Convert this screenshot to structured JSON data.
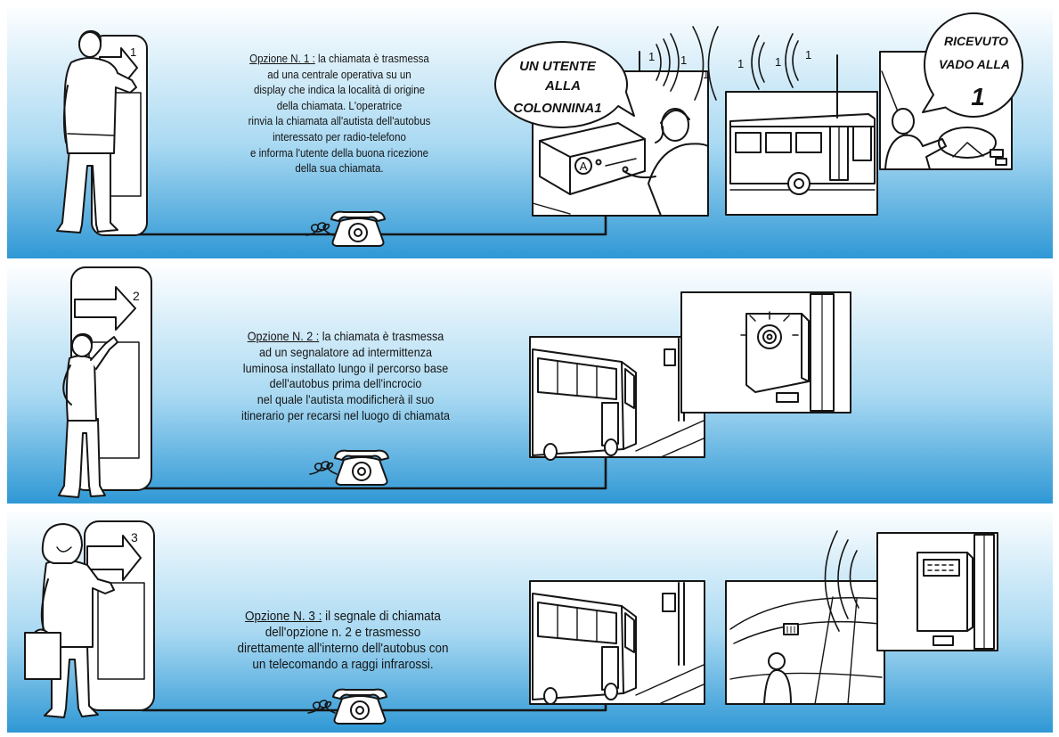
{
  "colors": {
    "band_top": "#fdfeff",
    "band_mid": "#a9d9f2",
    "band_bottom": "#2f98d5",
    "ink": "#151515"
  },
  "icons": {
    "phone": "rotary-telephone-icon",
    "radio": "radio-wave-icon",
    "signal": "flashing-light-icon",
    "remote": "infrared-receiver-icon"
  },
  "panels": [
    {
      "kiosk_number": "1",
      "heading": "Opzione N. 1 :",
      "lines": [
        "la chiamata è trasmessa",
        "ad una centrale operativa su un",
        "display che indica la località di origine",
        "della chiamata. L'operatrice",
        "rinvia la chiamata all'autista dell'autobus",
        "interessato per radio-telefono",
        "e informa l'utente della buona ricezione",
        "della sua chiamata."
      ],
      "operator_bubble": [
        "UN UTENTE",
        "ALLA",
        "COLONNINA1"
      ],
      "driver_bubble": [
        "RICEVUTO",
        "VADO ALLA",
        "1"
      ],
      "device_label": "A",
      "wave_labels": [
        "1",
        "1",
        "1",
        "1",
        "1",
        "1"
      ]
    },
    {
      "kiosk_number": "2",
      "heading": "Opzione N. 2 :",
      "lines": [
        "la chiamata è trasmessa",
        "ad un segnalatore ad intermittenza",
        "luminosa installato lungo il percorso base",
        "dell'autobus prima dell'incrocio",
        "nel quale l'autista modificherà il suo",
        "itinerario per recarsi nel luogo di chiamata"
      ]
    },
    {
      "kiosk_number": "3",
      "heading": "Opzione N. 3 :",
      "lines": [
        "il segnale di chiamata",
        "dell'opzione n. 2 e trasmesso",
        "direttamente all'interno dell'autobus con",
        "un telecomando a raggi infrarossi."
      ]
    }
  ]
}
